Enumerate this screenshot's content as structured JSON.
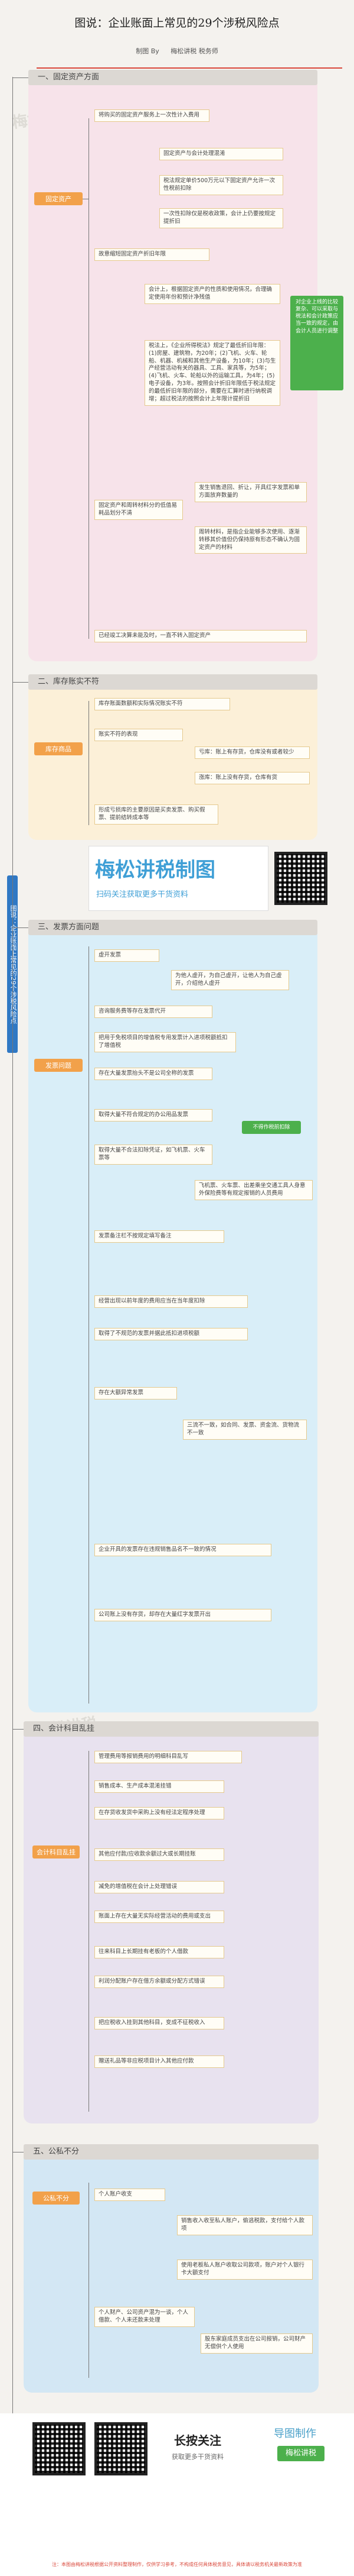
{
  "header": {
    "title": "图说：企业账面上常见的29个涉税风险点",
    "author_label": "制图 By",
    "author": "梅松讲税 税务师"
  },
  "root": {
    "label": "图说：企业账面上常见的29个涉税风险点"
  },
  "colors": {
    "accent_red": "#d9473a",
    "hub_orange": "#f2a14a",
    "note_green": "#4cb04c",
    "root_blue": "#2f78c4"
  },
  "sections": {
    "s1": {
      "title": "一、固定资产方面",
      "hub": "固定资产",
      "nodes": [
        "将购买的固定资产服务上一次性计入费用",
        "固定资产与会计处理混淆",
        "税法规定单价500万元以下固定资产允许一次性税前扣除",
        "一次性扣除仅是税收政策，会计上仍要按规定提折旧",
        "故意缩短固定资产折旧年限",
        "会计上，根据固定资产的性质和使用情况，合理确定使用年份和预计净残值",
        "税法上，《企业所得税法》规定了最低折旧年限：(1)房屋、建筑物，为20年；(2)飞机、火车、轮船、机器、机械和其他生产设备，为10年；(3)与生产经营活动有关的器具、工具、家具等，为5年；(4)飞机、火车、轮船以外的运输工具，为4年；(5)电子设备，为3年。按照会计折旧年限低于税法规定的最低折旧年限的部分，需要在汇算时进行纳税调增；超过税法的按照会计上年限计提折旧",
        "固定资产和周转材料分的低值易耗品划分不清",
        "发生销售退回、折让，开具红字发票和单方面放弃数量的",
        "周转材料，是指企业能够多次使用、逐渐转移其价值但仍保持原有形态不确认为固定资产的材料",
        "已经竣工决算未能及时，一直不转入固定资产"
      ],
      "note": "对企业上线的比较复杂、可以采取与税法和会计政策应当一致的规定，由会计人员进行调整"
    },
    "s2": {
      "title": "二、库存账实不符",
      "hub": "库存商品",
      "nodes": [
        "库存账面数额和实际情况账实不符",
        "账实不符的表现",
        "亏库：账上有存货，仓库没有或者较少",
        "涨库：账上没有存货，仓库有货",
        "形成亏损库的主要原因是买卖发票、购买假票、提前结转成本等"
      ]
    },
    "banner": {
      "line1": "梅松讲税制图",
      "line2": "扫码关注获取更多干货资料"
    },
    "s3": {
      "title": "三、发票方面问题",
      "hub": "发票问题",
      "nodes": [
        "虚开发票",
        "为他人虚开，为自己虚开，让他人为自己虚开，介绍他人虚开",
        "咨询服务费等存在发票代开",
        "把用于免税项目的增值税专用发票计入进项税额抵扣了增值税",
        "存在大量发票抬头不是公司全称的发票",
        "取得大量不符合规定的办公用品发票",
        "取得大量不合法扣除凭证，如飞机票、火车票等",
        "飞机票、火车票、出差乘坐交通工具人身意外保险费等有规定报销的人员费用",
        "发票备注栏不按规定填写备注",
        "经营出现以前年度的费用应当在当年度扣除",
        "取得了不规范的发票并据此抵扣进项税额",
        "存在大额异常发票",
        "三流不一致，如合同、发票、资金流、货物流不一致",
        "企业开具的发票存在违规销售品名不一致的情况",
        "公司账上没有存货，却存在大量红字发票开出"
      ],
      "note": "不得作税前扣除"
    },
    "s4": {
      "title": "四、会计科目乱挂",
      "hub": "会计科目乱挂",
      "nodes": [
        "管理费用等报销费用的明细科目乱写",
        "销售成本、生产成本混淆挂错",
        "在存货收发货中采购上没有经法定程序处理",
        "其他应付款/应收款余额过大或长期挂账",
        "减免的增值税在会计上处理错误",
        "账面上存在大量无实际经营活动的费用或支出",
        "往来科目上长期挂有老板的个人借款",
        "利润分配账户存在借方余额或分配方式错误",
        "把应税收入挂到其他科目，变成不征税收入",
        "赠送礼品等非应税项目计入其他应付款"
      ]
    },
    "s5": {
      "title": "五、公私不分",
      "hub": "公私不分",
      "nodes": [
        "个人账户收支",
        "销售收入收至私人账户，偷逃税款，支付给个人款项",
        "使用老板私人账户收取公司款项，账户对个人银行卡大额支付",
        "个人财产、公司资产混为一谈，个人借款、个人未还款未处理",
        "股东家庭成员支出在公司报销，公司财产无偿供个人使用"
      ]
    }
  },
  "footer": {
    "cta_title": "长按关注",
    "cta_sub": "获取更多干货资料",
    "brand": "导图制作",
    "brand2": "梅松讲税",
    "disclaimer": "注：本图由梅松讲税根据公开资料整理制作，仅供学习参考，不构成任何具体税务意见，具体请以税务机关最新政策为准"
  }
}
